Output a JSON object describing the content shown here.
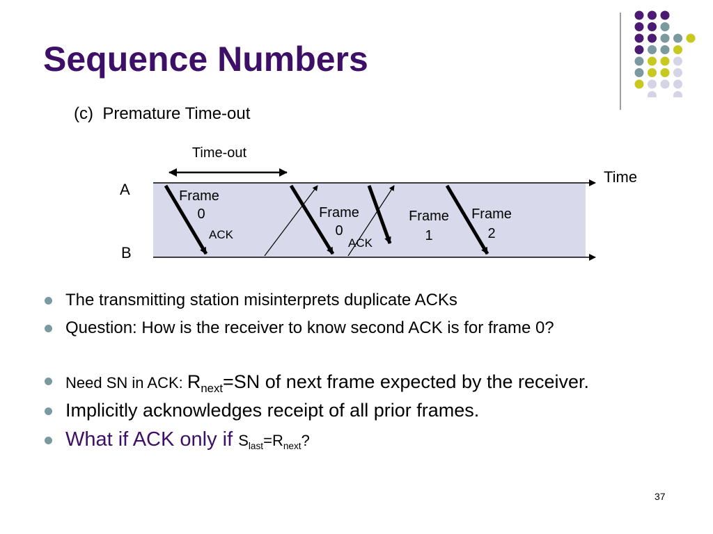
{
  "slide": {
    "title": "Sequence Numbers",
    "subtitle": "(c)  Premature Time-out",
    "page_number": "37"
  },
  "diagram": {
    "timeout_label": "Time-out",
    "time_label": "Time",
    "station_a": "A",
    "station_b": "B",
    "frames": [
      {
        "label_line1": "Frame",
        "label_line2": "0"
      },
      {
        "label_line1": "Frame",
        "label_line2": "0"
      },
      {
        "label_line1": "Frame",
        "label_line2": "1"
      },
      {
        "label_line1": "Frame",
        "label_line2": "2"
      }
    ],
    "acks": [
      "ACK",
      "ACK"
    ],
    "colors": {
      "band": "#d9d9ec",
      "title": "#3d0f66"
    }
  },
  "bullets": {
    "b1": "The transmitting station misinterprets duplicate ACKs",
    "b2": "Question: How is the receiver to know second ACK is for frame 0?",
    "b3_prefix": "Need SN in ACK: ",
    "b3_r": "R",
    "b3_r_sub": "next",
    "b3_rest": "=SN of next frame expected by the receiver.",
    "b4": "Implicitly acknowledges receipt of all prior frames.",
    "b5_prefix": "What if ACK only if ",
    "b5_s": "S",
    "b5_s_sub": "last",
    "b5_eq": "=R",
    "b5_r_sub": "next",
    "b5_q": "?"
  },
  "decor": {
    "dot_colors": {
      "purple": "#4b1a73",
      "teal": "#7a9aa0",
      "yellow": "#c8c81e",
      "lavender": "#d4d4e6"
    }
  }
}
